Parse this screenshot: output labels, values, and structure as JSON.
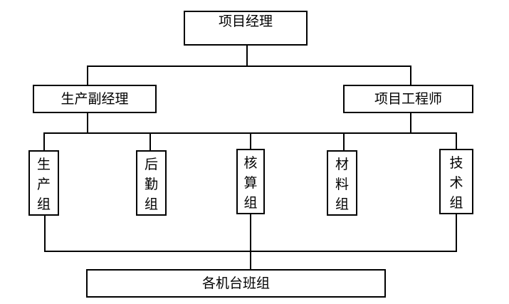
{
  "diagram": {
    "nodes": {
      "project_manager": "项目经理",
      "deputy_manager": "生产副经理",
      "project_engineer": "项目工程师",
      "groups": [
        {
          "id": "production",
          "chars": [
            "生",
            "产",
            "组"
          ]
        },
        {
          "id": "logistics",
          "chars": [
            "后",
            "勤",
            "组"
          ]
        },
        {
          "id": "accounting",
          "chars": [
            "核",
            "算",
            "组"
          ]
        },
        {
          "id": "materials",
          "chars": [
            "材",
            "料",
            "组"
          ]
        },
        {
          "id": "tech",
          "chars": [
            "技",
            "术",
            "组"
          ]
        }
      ],
      "machine_crews": "各机台班组"
    },
    "colors": {
      "line": "#000000",
      "box_border": "#000000",
      "background": "#ffffff"
    }
  }
}
